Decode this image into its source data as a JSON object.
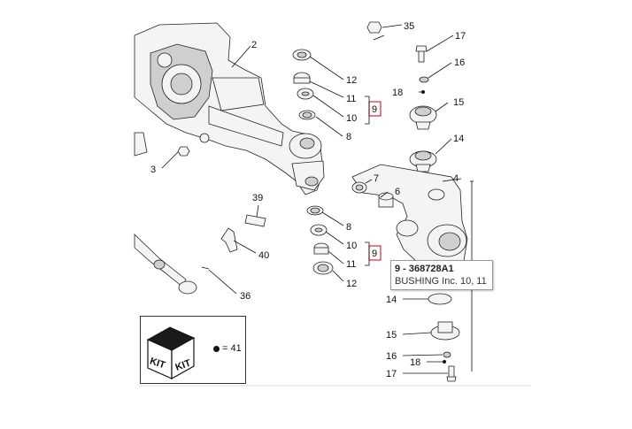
{
  "callouts": {
    "c2": "2",
    "c3": "3",
    "c4": "4",
    "c6": "6",
    "c7": "7",
    "c8a": "8",
    "c8b": "8",
    "c9a": "9",
    "c9b": "9",
    "c10a": "10",
    "c10b": "10",
    "c11a": "11",
    "c11b": "11",
    "c12a": "12",
    "c12b": "12",
    "c14a": "14",
    "c14b": "14",
    "c15a": "15",
    "c15b": "15",
    "c16a": "16",
    "c16b": "16",
    "c17a": "17",
    "c17b": "17",
    "c18a": "18",
    "c18b": "18",
    "c35": "35",
    "c36": "36",
    "c39": "39",
    "c40": "40"
  },
  "tooltip": {
    "title": "9 - 368728A1",
    "description": "BUSHING Inc. 10, 11"
  },
  "kit": {
    "label_left": "KIT",
    "label_right": "KIT",
    "legend_value": "= 41"
  },
  "colors": {
    "highlight": "#d0142a",
    "ink": "#111111"
  }
}
